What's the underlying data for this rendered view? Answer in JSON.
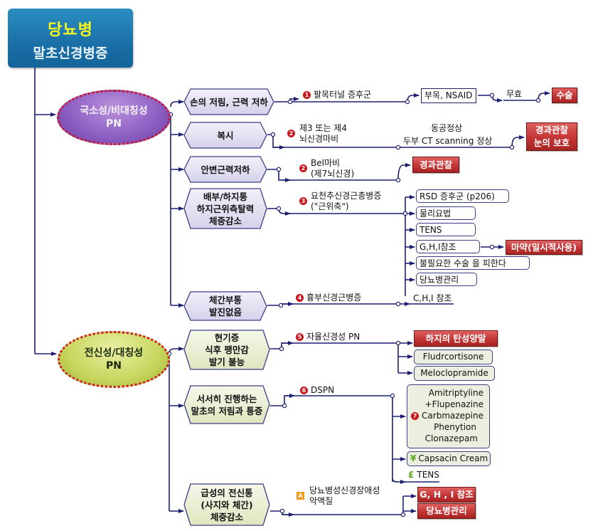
{
  "title": {
    "main": "당뇨병",
    "sub": "말초신경병증"
  },
  "categories": {
    "local": {
      "line1": "국소성/비대칭성",
      "line2": "PN"
    },
    "systemic": {
      "line1": "전신성/대칭성",
      "line2": "PN"
    }
  },
  "symptoms": [
    {
      "id": "hand",
      "lines": [
        "손의 저림, 근력 저하"
      ]
    },
    {
      "id": "diplopia",
      "lines": [
        "복시"
      ]
    },
    {
      "id": "eye_muscle",
      "lines": [
        "안변근력저하"
      ]
    },
    {
      "id": "abdominal",
      "lines": [
        "배부/하지통",
        "하지근위측탈력",
        "체중감소"
      ]
    },
    {
      "id": "trunk",
      "lines": [
        "체간부통",
        "발진없음"
      ]
    },
    {
      "id": "dizziness",
      "lines": [
        "현기증",
        "식후 팽만감",
        "발기 불능"
      ]
    },
    {
      "id": "gradual",
      "lines": [
        "서서히 진행하는",
        "말초의 저림과 통증"
      ]
    },
    {
      "id": "acute",
      "lines": [
        "급성의 전신통",
        "(사지와 체간)",
        "체중감소"
      ]
    }
  ],
  "diagnoses": [
    {
      "badge": "1",
      "lines": [
        "팔목터널 증후군"
      ]
    },
    {
      "badge": "2",
      "lines": [
        "제3 또는 제4",
        "뇌신경마비"
      ]
    },
    {
      "badge": "2",
      "lines": [
        "Bel마비",
        "(제7뇌신경)"
      ]
    },
    {
      "badge": "3",
      "lines": [
        "요천추신경근총병증",
        "(\"근위축\")"
      ]
    },
    {
      "badge": "4",
      "lines": [
        "흉부신경근병증"
      ]
    },
    {
      "badge": "5",
      "lines": [
        "자율신경성 PN"
      ]
    },
    {
      "badge": "6",
      "lines": [
        "DSPN"
      ]
    },
    {
      "badge": "A",
      "lines": [
        "당뇨병성신경장애성",
        "악액질"
      ]
    }
  ],
  "carpal_path": {
    "treatment": "부목, NSAID",
    "condition": "무효",
    "outcome": "수술"
  },
  "diplopia_path": {
    "condition_line1": "동공정상",
    "condition_line2": "두부 CT scanning 정상",
    "outcome_line1": "경과관찰",
    "outcome_line2": "눈의 보호"
  },
  "bell_path": {
    "outcome": "경과관찰"
  },
  "lumbosacral_options": [
    "RSD 증후군 (p206)",
    "물리요법",
    "TENS",
    "G,H,I참조",
    "불필요한 수술 을 피한다",
    "당뇨병관리"
  ],
  "ghi_outcome": "마약(일시적사용)",
  "thoracic_ref": "C,H,I 참조",
  "autonomic_options": {
    "red": "하지의 탄성양말",
    "drug1": "Fludrcortisone",
    "drug2": "Meloclopramide"
  },
  "dspn_options": {
    "drugs": [
      "Amitriptyline",
      "+Flupenazine",
      "Carbmazepine",
      "Phenytion",
      "Clonazepam"
    ],
    "drug_badge": "7",
    "cream": "Capsacin Cream",
    "tens": "TENS"
  },
  "cachexia_outcomes": [
    "G, H , I 참조",
    "당뇨병관리"
  ],
  "colors": {
    "wire": "#1c1f74",
    "red_box": "#c33535",
    "badge_red": "#c8171d",
    "badge_orange": "#f39b1d",
    "title_blue": "#1a6fa6",
    "title_yellow": "#f5f51e"
  }
}
